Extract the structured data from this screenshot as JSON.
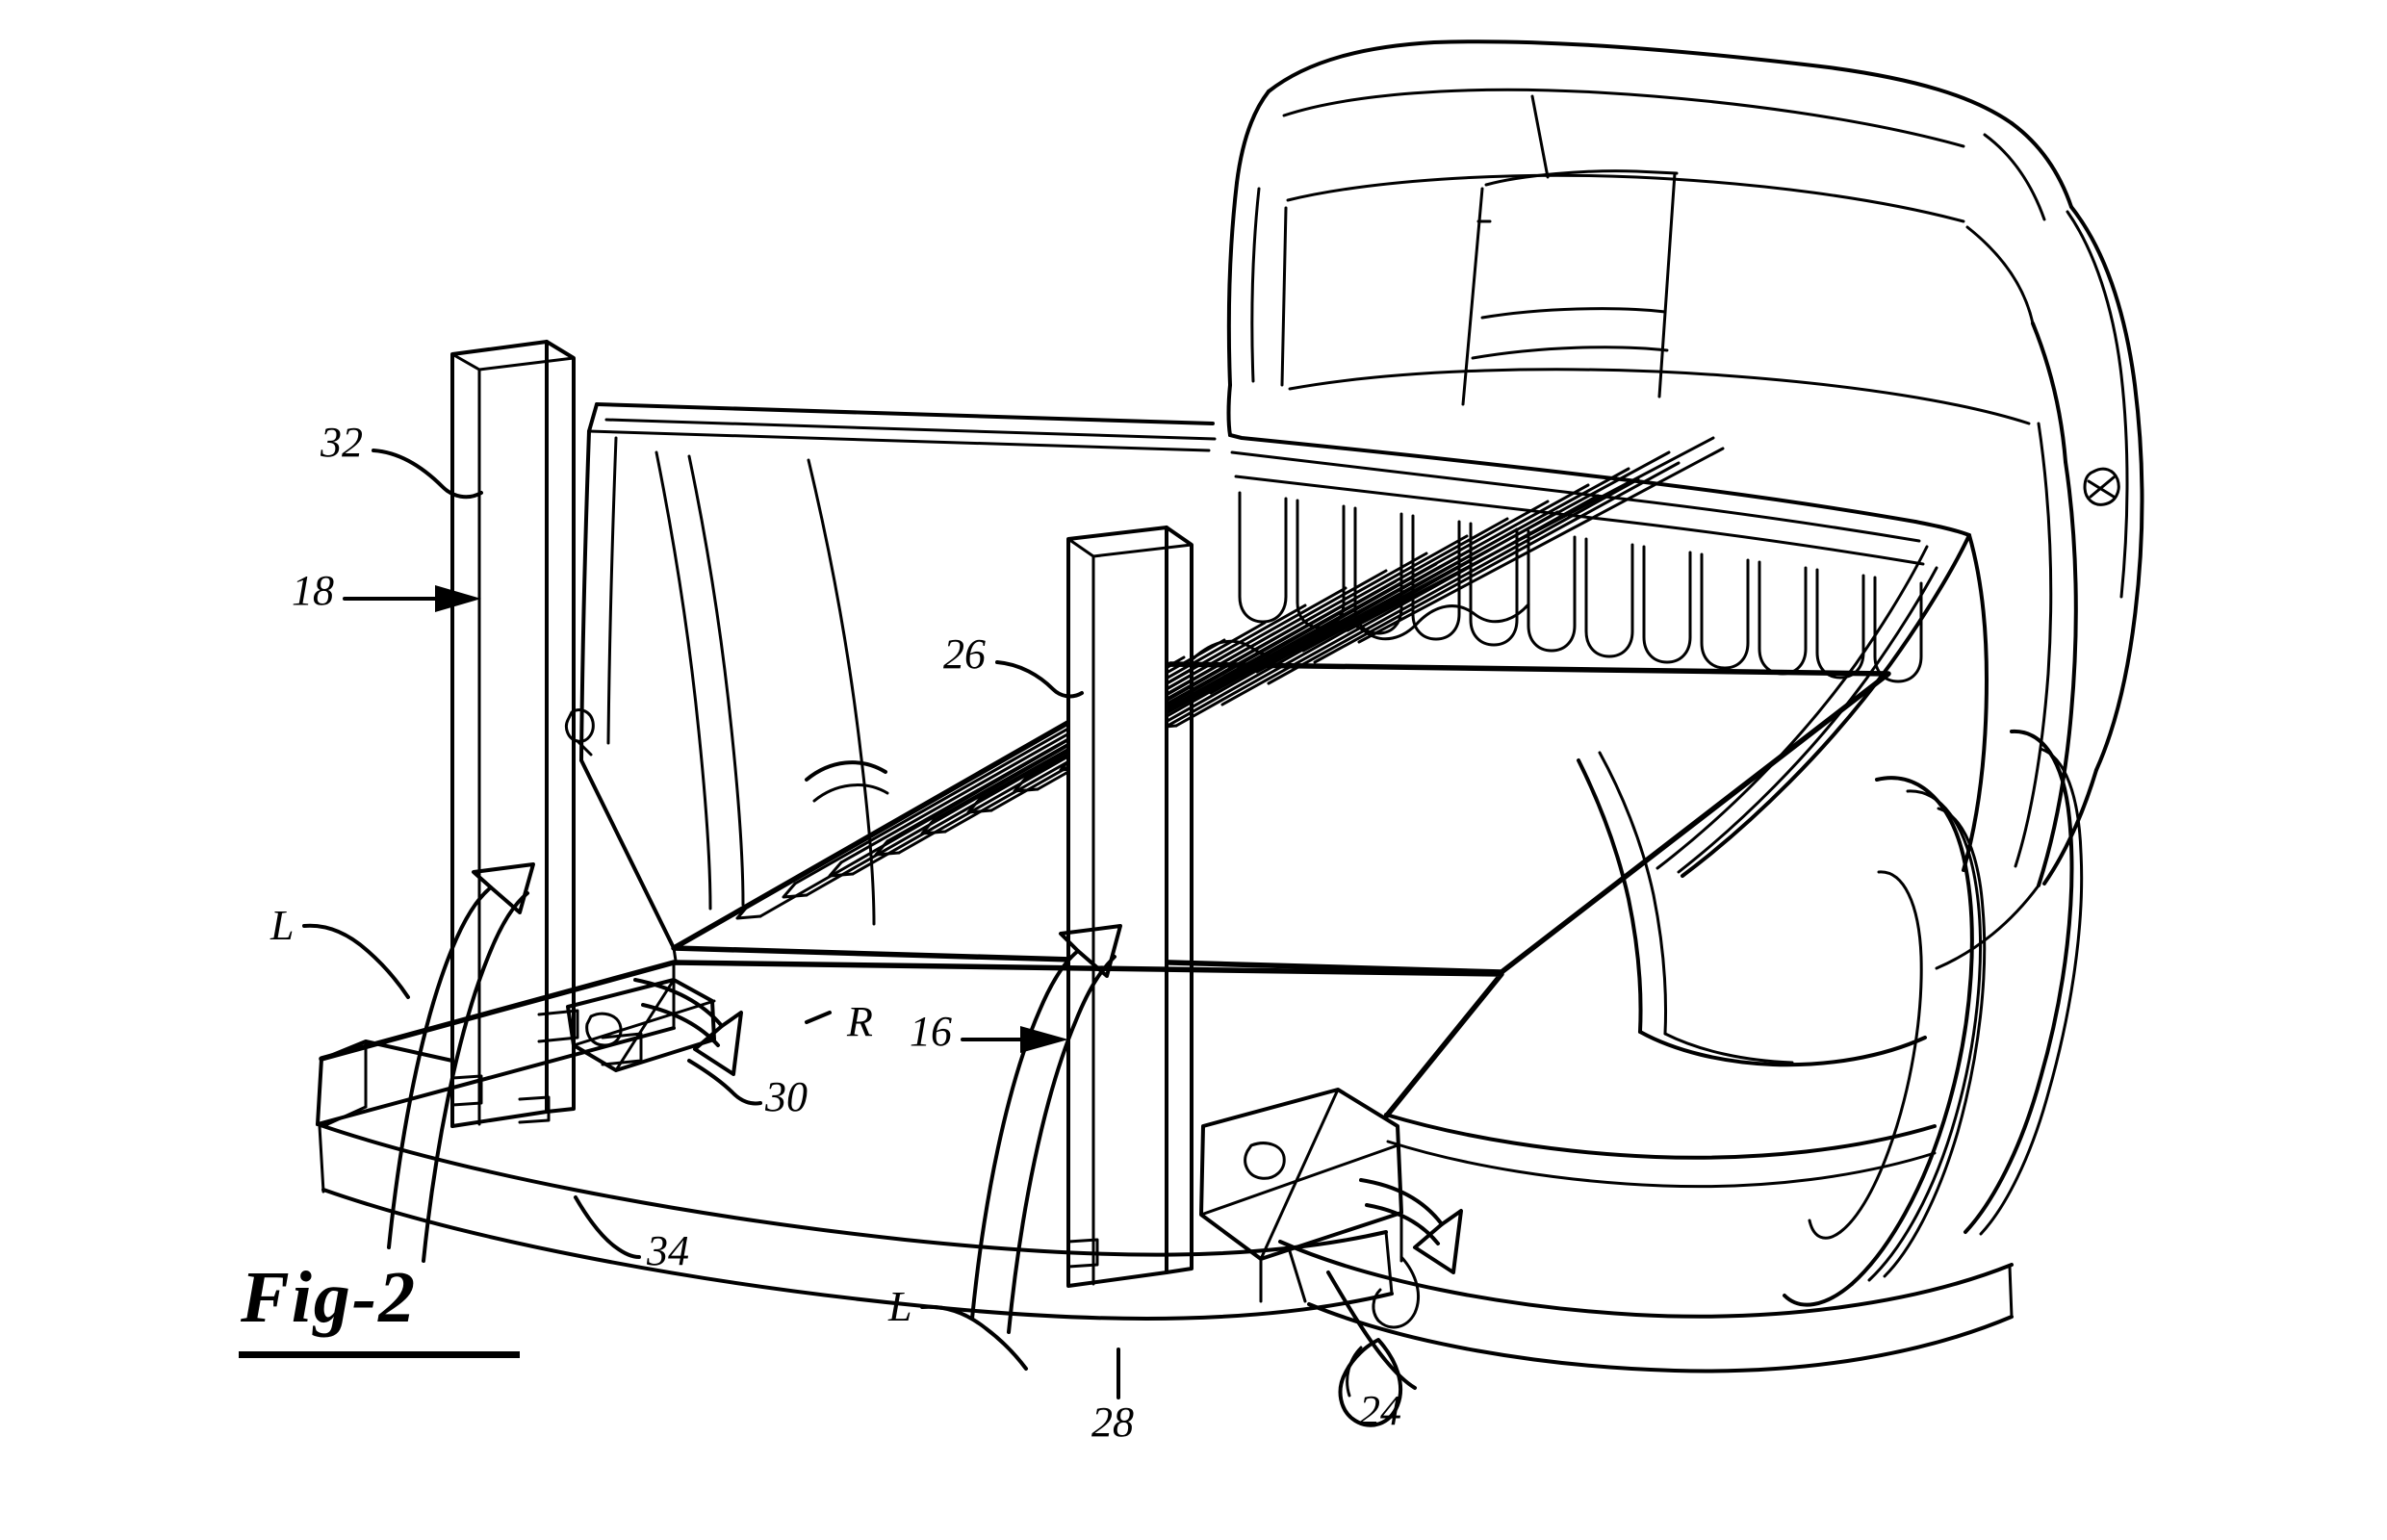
{
  "figure": {
    "caption": "Fig-2",
    "caption_style": "bold-italic-underlined",
    "type": "patent-line-drawing",
    "subject": "pickup truck bed with removable vertical stake posts",
    "background_color": "#ffffff",
    "line_color": "#000000"
  },
  "reference_labels": [
    {
      "id": "32",
      "text": "32",
      "kind": "numeric",
      "leader": "curved",
      "description": "forward vertical stake post panel"
    },
    {
      "id": "18",
      "text": "18",
      "kind": "numeric",
      "leader": "straight-arrow",
      "description": "post assembly direction indicator"
    },
    {
      "id": "26",
      "text": "26",
      "kind": "numeric",
      "leader": "curved",
      "description": "corrugated bed floor panel"
    },
    {
      "id": "16",
      "text": "16",
      "kind": "numeric",
      "leader": "straight-arrow",
      "description": "rear stake post"
    },
    {
      "id": "30",
      "text": "30",
      "kind": "numeric",
      "leader": "curved",
      "description": "stake pocket bracket"
    },
    {
      "id": "34",
      "text": "34",
      "kind": "numeric",
      "leader": "curved",
      "description": "bed side rail"
    },
    {
      "id": "28",
      "text": "28",
      "kind": "numeric",
      "leader": "straight",
      "description": "lower rail member"
    },
    {
      "id": "24",
      "text": "24",
      "kind": "numeric",
      "leader": "curved",
      "description": "rear mounting plate"
    },
    {
      "id": "L1",
      "text": "L",
      "kind": "italic-letter",
      "leader": "curved",
      "description": "lift direction, left post"
    },
    {
      "id": "L2",
      "text": "L",
      "kind": "italic-letter",
      "leader": "curved",
      "description": "lift direction, right post"
    },
    {
      "id": "R",
      "text": "R",
      "kind": "italic-letter",
      "leader": "curved",
      "description": "rotation direction"
    }
  ],
  "annotations": {
    "motion_arrows": [
      {
        "name": "lift-arrow-left",
        "type": "curved-up"
      },
      {
        "name": "lift-arrow-right",
        "type": "curved-up"
      },
      {
        "name": "rotate-arrow-left",
        "type": "curved-hook"
      },
      {
        "name": "rotate-arrow-right",
        "type": "curved-hook"
      }
    ]
  }
}
